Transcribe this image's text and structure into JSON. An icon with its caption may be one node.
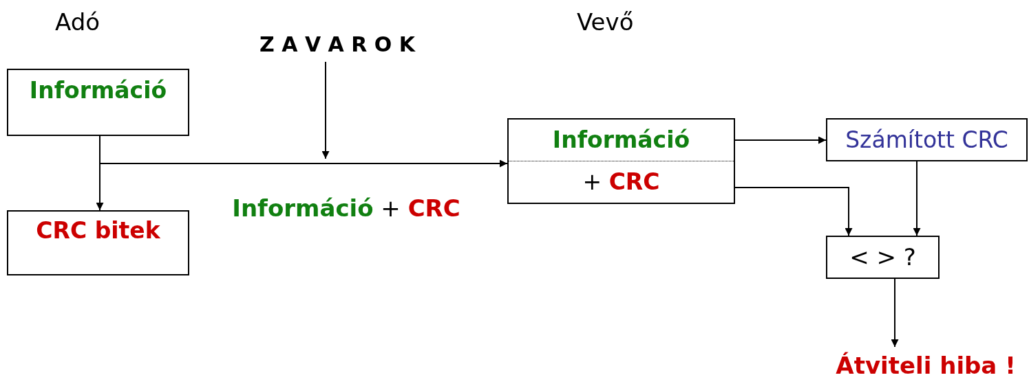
{
  "diagram": {
    "nodes": [
      {
        "text": [
          "Információ"
        ]
      },
      {
        "text": [
          "CRC bitek"
        ]
      },
      {
        "text": [
          "Információ",
          "+ **CRC**"
        ]
      },
      {
        "text": [
          "Számított CRC"
        ]
      },
      {
        "text": [
          "< > ?"
        ]
      },
      {
        "text": [
          "Átviteli hiba !"
        ]
      },
      {
        "text": [
          "Z A V A R O K"
        ]
      }
    ],
    "edges": [
      {
        "from": 0,
        "to": 2,
        "arrow": "to",
        "label": "**Információ** + **CRC**"
      },
      {
        "from": 0,
        "to": 1,
        "arrow": "to"
      },
      {
        "from": 6,
        "to": null,
        "arrow": "to"
      },
      {
        "from": 2,
        "to": 3,
        "arrow": "to"
      },
      {
        "from": 2,
        "to": 4,
        "arrow": "to"
      },
      {
        "from": 3,
        "to": 4,
        "arrow": "to"
      },
      {
        "from": 4,
        "to": 5,
        "arrow": "to"
      }
    ],
    "labels": [
      "Adó",
      "Vevő"
    ]
  }
}
